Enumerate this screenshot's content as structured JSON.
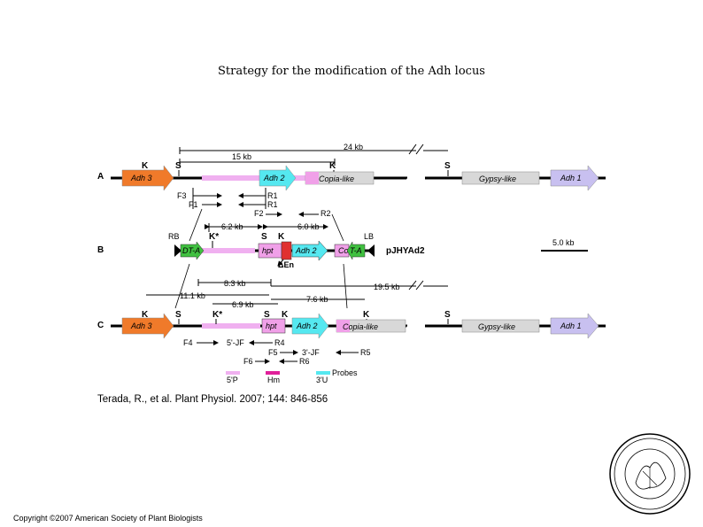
{
  "title": "Strategy for the modification of the Adh locus",
  "citation": "Terada, R., et al. Plant Physiol. 2007; 144: 846-856",
  "copyright": "Copyright ©2007 American Society of Plant Biologists",
  "colors": {
    "adh3": "#f07a2a",
    "adh2": "#55e8f0",
    "copia": "#f0a0e8",
    "gypsy": "#d8d8d8",
    "adh1": "#c8c0f0",
    "pink_line": "#f0b0f0",
    "hpt": "#f0a0e8",
    "en": "#e03030",
    "green": "#40c040",
    "hm": "#e0209a",
    "probe_cyan": "#55e8f0"
  },
  "panelA": {
    "row": "A",
    "dims": {
      "d24": "24 kb",
      "d15": "15 kb"
    },
    "sites": {
      "k1": "K",
      "s1": "S",
      "k2": "K",
      "s2": "S"
    },
    "genes": {
      "adh3": "Adh 3",
      "adh2": "Adh 2",
      "copia": "Copia-like",
      "gypsy": "Gypsy-like",
      "adh1": "Adh 1"
    },
    "primers": {
      "f3": "F3",
      "r1a": "R1",
      "f1": "F1",
      "r1b": "R1",
      "f2": "F2",
      "r2": "R2"
    }
  },
  "panelB": {
    "row": "B",
    "dims": {
      "d62": "6.2 kb",
      "d60": "6.0 kb",
      "scale": "5.0 kb"
    },
    "sites": {
      "rb": "RB",
      "kstar": "K*",
      "s": "S",
      "k": "K",
      "lb": "LB"
    },
    "genes": {
      "dta": "DT-A",
      "hpt": "hpt",
      "adh2": "Adh 2",
      "copia": "Co",
      "dta2": "T-A"
    },
    "en": "ΔEn",
    "construct": "pJHYAd2"
  },
  "panelC": {
    "row": "C",
    "dims": {
      "d83": "8.3 kb",
      "d111": "11.1 kb",
      "d195": "19.5 kb",
      "d76": "7.6 kb",
      "d69": "6.9 kb"
    },
    "sites": {
      "k1": "K",
      "s1": "S",
      "kstar": "K*",
      "s2": "S",
      "k2": "K",
      "k3": "K",
      "s3": "S"
    },
    "genes": {
      "adh3": "Adh 3",
      "hpt": "hpt",
      "adh2": "Adh 2",
      "copia": "Copia-like",
      "gypsy": "Gypsy-like",
      "adh1": "Adh 1"
    },
    "primers": {
      "f4": "F4",
      "jf5": "5'-JF",
      "r4": "R4",
      "f5": "F5",
      "jf3": "3'-JF",
      "r5": "R5",
      "f6": "F6",
      "r6": "R6"
    }
  },
  "legend": {
    "p5": "5'P",
    "hm": "Hm",
    "u3": "3'U",
    "probes": "Probes"
  }
}
